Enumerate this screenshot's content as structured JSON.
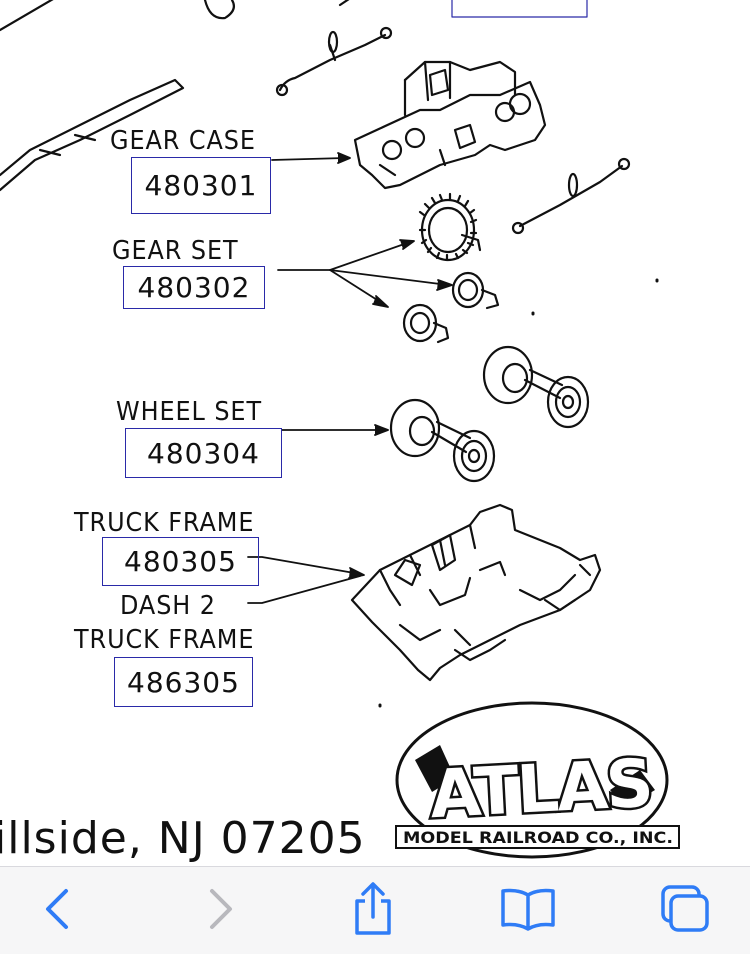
{
  "parts": {
    "gear_case": {
      "name": "GEAR CASE",
      "number": "480301"
    },
    "gear_set": {
      "name": "GEAR SET",
      "number": "480302"
    },
    "wheel_set": {
      "name": "WHEEL SET",
      "number": "480304"
    },
    "truck_frame": {
      "name": "TRUCK FRAME",
      "number": "480305"
    },
    "dash2": {
      "name_line1": "DASH 2",
      "name_line2": "TRUCK FRAME",
      "number": "486305"
    }
  },
  "address": "illside, NJ 07205",
  "logo": {
    "brand": "ATLAS",
    "tagline": "MODEL RAILROAD CO., INC."
  },
  "toolbar": {
    "accent": "#2f7cf6",
    "disabled": "#b8b8bd",
    "icons": [
      "back-icon",
      "forward-icon",
      "share-icon",
      "bookmarks-icon",
      "tabs-icon"
    ]
  }
}
